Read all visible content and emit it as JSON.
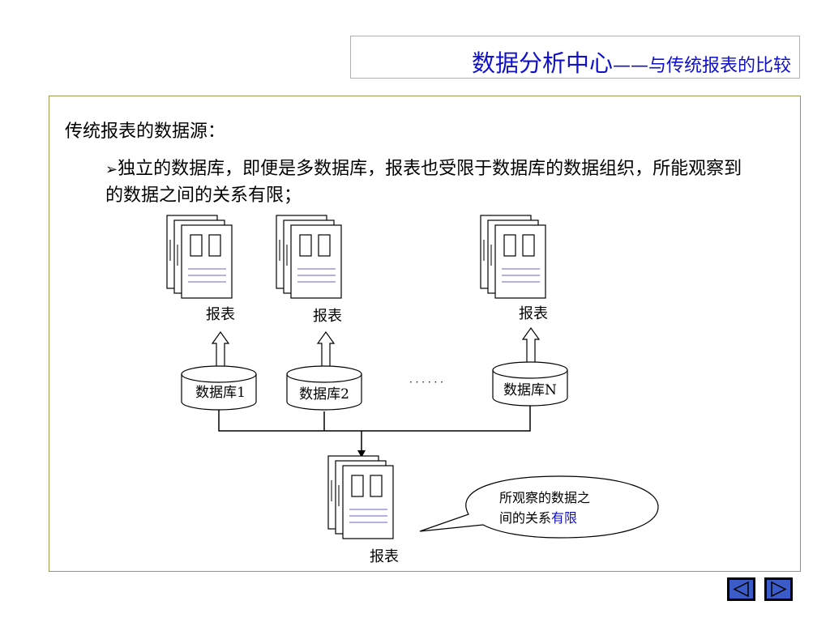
{
  "title": {
    "main": "数据分析中心",
    "sub": "——与传统报表的比较"
  },
  "content": {
    "heading": "传统报表的数据源：",
    "bullet_mark": "➢",
    "bullet_text": "独立的数据库，即便是多数据库，报表也受限于数据库的数据组织，所能观察到的数据之间的关系有限；"
  },
  "diagram": {
    "report_label": "报表",
    "databases": [
      "数据库1",
      "数据库2",
      "数据库N"
    ],
    "ellipsis": "· · · · · ·",
    "bottom_report_label": "报表",
    "callout_line1": "所观察的数据之",
    "callout_line2_prefix": "间的关系",
    "callout_line2_highlight": "有限"
  },
  "nav": {
    "prev_icon": "triangle-left-icon",
    "next_icon": "triangle-right-icon"
  },
  "colors": {
    "title": "#1010c8",
    "highlight": "#1010c8",
    "nav_fill": "#3a5bc8",
    "content_border": "#9a9a50"
  }
}
